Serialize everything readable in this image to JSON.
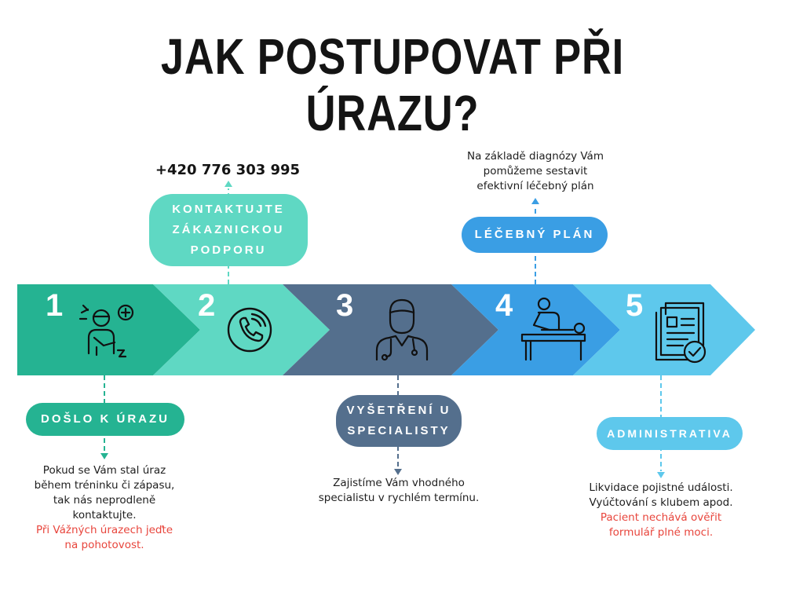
{
  "title": "JAK POSTUPOVAT PŘI ÚRAZU?",
  "phone": "+420 776 303 995",
  "colors": {
    "step1": "#25b392",
    "step2": "#5fd8c3",
    "step3": "#546f8d",
    "step4": "#3a9ee4",
    "step5": "#5ec8ec",
    "accent_red": "#e8453c"
  },
  "steps": [
    {
      "number": "1",
      "icon": "injured-person-icon",
      "label": "DOŠLO K ÚRAZU"
    },
    {
      "number": "2",
      "icon": "phone-call-icon",
      "label_lines": [
        "KONTAKTUJTE",
        "ZÁKAZNICKOU",
        "PODPORU"
      ]
    },
    {
      "number": "3",
      "icon": "doctor-icon",
      "label_lines": [
        "VYŠETŘENÍ U",
        "SPECIALISTY"
      ]
    },
    {
      "number": "4",
      "icon": "physiotherapy-icon",
      "label": "LÉČEBNÝ PLÁN"
    },
    {
      "number": "5",
      "icon": "document-approved-icon",
      "label": "ADMINISTRATIVA"
    }
  ],
  "descriptions": {
    "step1_lines": [
      "Pokud se Vám stal úraz",
      "během tréninku či zápasu,",
      "tak nás neprodleně",
      "kontaktujte."
    ],
    "step1_warning_lines": [
      "Při Vážných úrazech jeďte",
      "na pohotovost."
    ],
    "step3_lines": [
      "Zajistíme Vám vhodného",
      "specialistu v rychlém termínu."
    ],
    "step4_lines": [
      "Na základě diagnózy Vám",
      "pomůžeme sestavit",
      "efektivní léčebný plán"
    ],
    "step5_lines": [
      "Likvidace pojistné události.",
      "Vyúčtování s klubem apod."
    ],
    "step5_warning_lines": [
      "Pacient nechává ověřit",
      "formulář plné moci."
    ]
  }
}
